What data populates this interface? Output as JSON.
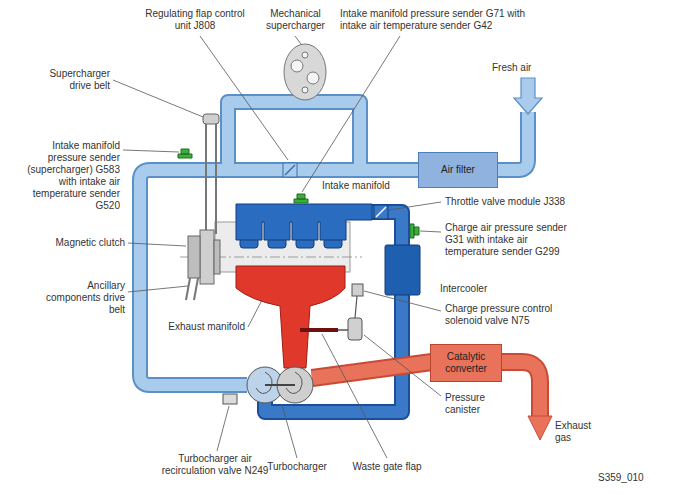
{
  "diagram": {
    "nodes": [
      {
        "text": [
          "Air filter"
        ]
      },
      {
        "text": [
          "Catalytic converter"
        ]
      }
    ],
    "labels": [
      "Regulating flap control unit J808",
      "Mechanical supercharger",
      "Intake manifold pressure sender G71 with intake air temperature sender G42",
      "Fresh air",
      "Supercharger drive belt",
      "Intake manifold pressure sender (supercharger) G583 with intake air temperature sender G520",
      "Intake manifold",
      "Throttle valve module J338",
      "Charge air pressure sender G31 with intake air temperature sender G299",
      "Magnetic clutch",
      "Ancillary components drive belt",
      "Exhaust manifold",
      "Charge pressure control solenoid valve N75",
      "Intercooler",
      "Pressure canister",
      "Exhaust gas",
      "Turbocharger air recirculation valve N249",
      "Turbocharger",
      "Waste gate flap",
      "S359_010"
    ]
  }
}
